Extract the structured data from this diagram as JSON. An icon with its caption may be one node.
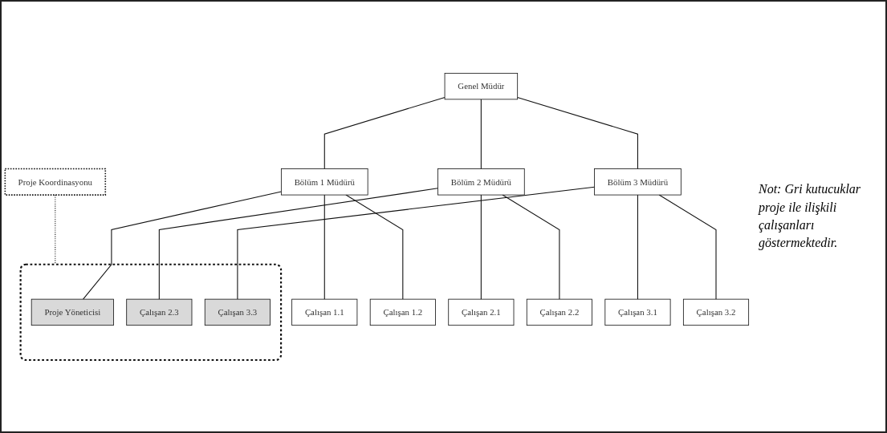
{
  "diagram": {
    "nodes": [
      {
        "text": [
          "Genel Müdür"
        ]
      },
      {
        "text": [
          "Bölüm 1 Müdürü"
        ]
      },
      {
        "text": [
          "Bölüm 2 Müdürü"
        ]
      },
      {
        "text": [
          "Bölüm 3 Müdürü"
        ]
      },
      {
        "text": [
          "Çalışan 1.1"
        ]
      },
      {
        "text": [
          "Çalışan 1.2"
        ]
      },
      {
        "text": [
          "Çalışan 2.1"
        ]
      },
      {
        "text": [
          "Çalışan 2.2"
        ]
      },
      {
        "text": [
          "Çalışan 3.1"
        ]
      },
      {
        "text": [
          "Çalışan 3.2"
        ]
      },
      {
        "text": [
          "Proje Koordinasyonu"
        ]
      },
      {
        "text": [],
        "shape": "box"
      },
      {
        "text": [
          "Proje Yöneticisi"
        ],
        "in": 11
      },
      {
        "text": [
          "Çalışan 2.3"
        ],
        "in": 11
      },
      {
        "text": [
          "Çalışan 3.3"
        ],
        "in": 11
      }
    ],
    "edges": [
      {
        "from": 0,
        "to": 1,
        "arrow": "none"
      },
      {
        "from": 0,
        "to": 2,
        "arrow": "none"
      },
      {
        "from": 0,
        "to": 3,
        "arrow": "none"
      },
      {
        "from": 1,
        "to": 4,
        "arrow": "none"
      },
      {
        "from": 1,
        "to": 5,
        "arrow": "none"
      },
      {
        "from": 1,
        "to": 12,
        "arrow": "none"
      },
      {
        "from": 2,
        "to": 6,
        "arrow": "none"
      },
      {
        "from": 2,
        "to": 7,
        "arrow": "none"
      },
      {
        "from": 2,
        "to": 13,
        "arrow": "none"
      },
      {
        "from": 3,
        "to": 8,
        "arrow": "none"
      },
      {
        "from": 3,
        "to": 9,
        "arrow": "none"
      },
      {
        "from": 3,
        "to": 14,
        "arrow": "none"
      },
      {
        "from": 10,
        "to": 11,
        "arrow": "none",
        "style": "dashed"
      }
    ],
    "labels": [
      "Not: Gri kutucuklar proje ile ilişkili çalışanları göstermektedir."
    ]
  }
}
